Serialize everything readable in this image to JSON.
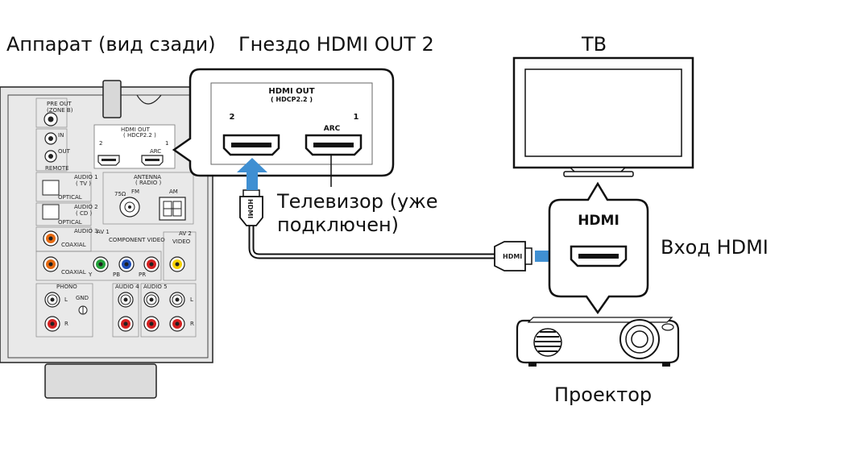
{
  "labels": {
    "unit_rear": "Аппарат (вид сзади)",
    "hdmi_out2_jack": "Гнездо HDMI OUT 2",
    "tv": "ТВ",
    "tv_connected": "Телевизор (уже\nподключен)",
    "hdmi_input": "Вход HDMI",
    "projector": "Проектор"
  },
  "callout": {
    "title": "HDMI OUT",
    "subtitle": "( HDCP2.2 )",
    "port_2": "2",
    "port_1": "1",
    "arc": "ARC"
  },
  "cable": {
    "plug_text": "HDMI"
  },
  "projector_input": {
    "title": "HDMI"
  },
  "panel": {
    "preout": "PRE OUT",
    "zone_sub": "(ZONE B)",
    "in": "IN",
    "out": "OUT",
    "remote": "REMOTE",
    "hdmi_out": "HDMI OUT",
    "hdcp": "( HDCP2.2 )",
    "p2": "2",
    "p1": "1",
    "arc": "ARC",
    "audio1": "AUDIO 1",
    "audio1_sub": "( TV )",
    "audio2": "AUDIO 2",
    "audio2_sub": "( CD )",
    "optical": "OPTICAL",
    "optical2": "OPTICAL",
    "antenna": "ANTENNA",
    "radio": "( RADIO )",
    "fm": "FM",
    "am": "AM",
    "ohm": "75Ω",
    "audio3": "AUDIO 3",
    "coaxial": "COAXIAL",
    "coaxial2": "COAXIAL",
    "av1": "AV 1",
    "component": "COMPONENT VIDEO",
    "av2": "AV 2",
    "video": "VIDEO",
    "y": "Y",
    "pb": "PB",
    "pr": "PR",
    "phono": "PHONO",
    "gnd": "GND",
    "audio4": "AUDIO 4",
    "audio5": "AUDIO 5",
    "l": "L",
    "r": "R"
  },
  "colors": {
    "arrow_blue": "#3f8fd2",
    "panel_gray": "#e4e4e4",
    "callout_stroke": "#111111",
    "jack_red": "#d42020",
    "jack_orange": "#e56a12",
    "jack_green": "#23a23a",
    "jack_blue": "#1f4fb8",
    "jack_yellow": "#f5d200"
  }
}
